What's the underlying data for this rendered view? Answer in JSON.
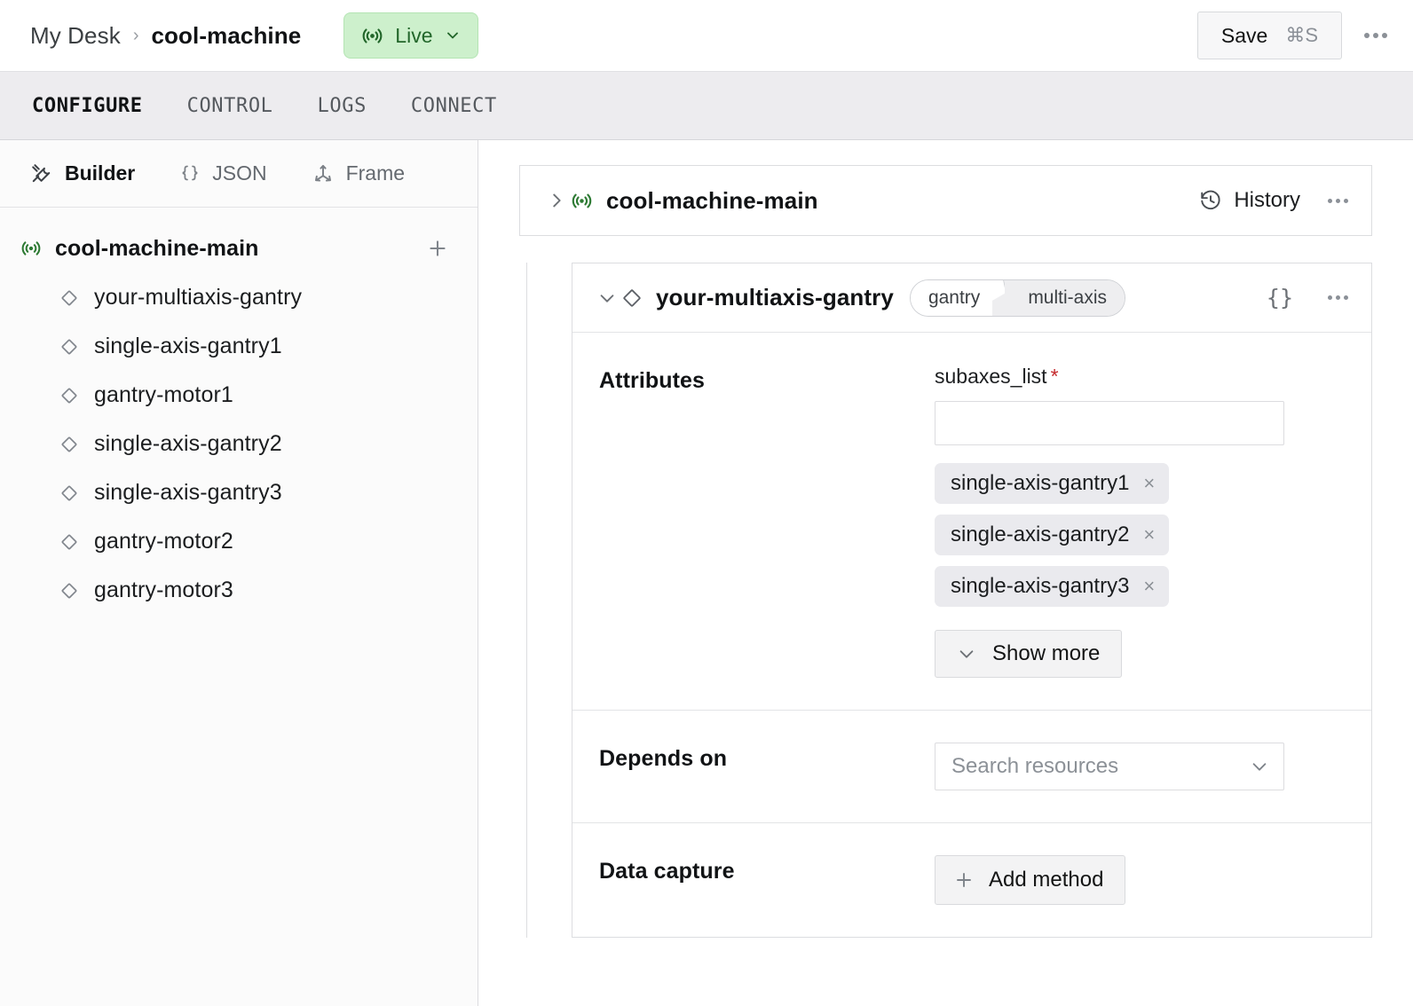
{
  "header": {
    "breadcrumb": {
      "root": "My Desk",
      "separator": "›",
      "current": "cool-machine"
    },
    "status_badge": {
      "label": "Live",
      "icon": "broadcast-icon",
      "bg": "#cdf0cc",
      "fg": "#22662a"
    },
    "save_button": {
      "label": "Save",
      "shortcut": "⌘S"
    },
    "overflow_menu": "…"
  },
  "tabs": [
    {
      "label": "CONFIGURE",
      "active": true
    },
    {
      "label": "CONTROL",
      "active": false
    },
    {
      "label": "LOGS",
      "active": false
    },
    {
      "label": "CONNECT",
      "active": false
    }
  ],
  "sidebar": {
    "modes": [
      {
        "label": "Builder",
        "icon": "tools-icon",
        "active": true
      },
      {
        "label": "JSON",
        "icon": "braces-icon",
        "active": false
      },
      {
        "label": "Frame",
        "icon": "axes-icon",
        "active": false
      }
    ],
    "tree": {
      "root": {
        "label": "cool-machine-main",
        "icon": "broadcast-icon"
      },
      "add_label": "+",
      "items": [
        {
          "label": "your-multiaxis-gantry",
          "icon": "diamond-icon"
        },
        {
          "label": "single-axis-gantry1",
          "icon": "diamond-icon"
        },
        {
          "label": "gantry-motor1",
          "icon": "diamond-icon"
        },
        {
          "label": "single-axis-gantry2",
          "icon": "diamond-icon"
        },
        {
          "label": "single-axis-gantry3",
          "icon": "diamond-icon"
        },
        {
          "label": "gantry-motor2",
          "icon": "diamond-icon"
        },
        {
          "label": "gantry-motor3",
          "icon": "diamond-icon"
        }
      ]
    }
  },
  "main": {
    "machine_card": {
      "title": "cool-machine-main",
      "icon": "broadcast-icon",
      "expand_icon": "chevron-right-icon",
      "history_label": "History",
      "history_icon": "clock-rewind-icon",
      "overflow_menu": "…"
    },
    "resource_card": {
      "title": "your-multiaxis-gantry",
      "icon": "diamond-icon",
      "collapse_icon": "chevron-down-icon",
      "tags": [
        "gantry",
        "multi-axis"
      ],
      "json_icon": "{}",
      "overflow_menu": "…",
      "sections": {
        "attributes": {
          "label": "Attributes",
          "field_name": "subaxes_list",
          "required_marker": "*",
          "input_value": "",
          "chips": [
            {
              "label": "single-axis-gantry1",
              "remove": "×"
            },
            {
              "label": "single-axis-gantry2",
              "remove": "×"
            },
            {
              "label": "single-axis-gantry3",
              "remove": "×"
            }
          ],
          "show_more_label": "Show more"
        },
        "depends_on": {
          "label": "Depends on",
          "placeholder": "Search resources",
          "value": ""
        },
        "data_capture": {
          "label": "Data capture",
          "add_method_label": "Add method"
        }
      }
    }
  }
}
